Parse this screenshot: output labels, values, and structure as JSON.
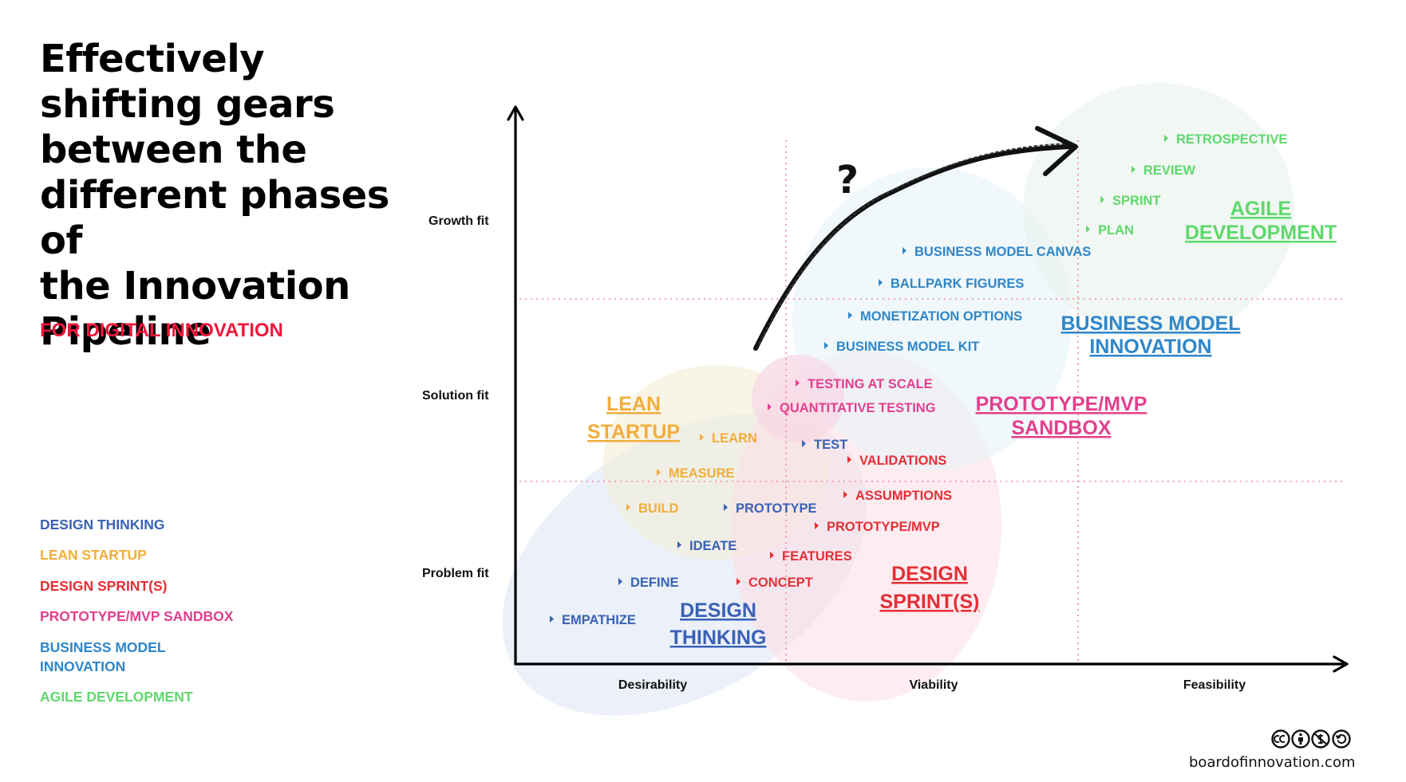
{
  "title": "Effectively shifting gears between the different phases of the Innovation Pipeline",
  "subtitle": "FOR DIGITAL INNOVATION",
  "legend": [
    {
      "label": "DESIGN THINKING",
      "color": "#3a62b5"
    },
    {
      "label": "LEAN STARTUP",
      "color": "#f2ad3c"
    },
    {
      "label": "DESIGN SPRINT(S)",
      "color": "#e52f36"
    },
    {
      "label": "PROTOTYPE/MVP SANDBOX",
      "color": "#e33f8e"
    },
    {
      "label": "BUSINESS MODEL\nINNOVATION",
      "color": "#2f86c9"
    },
    {
      "label": "AGILE DEVELOPMENT",
      "color": "#5fd86c"
    }
  ],
  "y_levels": [
    "Problem fit",
    "Solution fit",
    "Growth fit"
  ],
  "x_levels": [
    "Desirability",
    "Viability",
    "Feasibility"
  ],
  "question_mark": "?",
  "groups": [
    {
      "key": "design_thinking",
      "label": "DESIGN\nTHINKING",
      "color": "#3a62b5",
      "fill": "#dfe6f6",
      "items": [
        "EMPATHIZE",
        "DEFINE",
        "IDEATE",
        "PROTOTYPE",
        "TEST"
      ]
    },
    {
      "key": "lean_startup",
      "label": "LEAN\nSTARTUP",
      "color": "#f2ad3c",
      "fill": "#f3efd9",
      "items": [
        "BUILD",
        "MEASURE",
        "LEARN"
      ]
    },
    {
      "key": "design_sprints",
      "label": "DESIGN\nSPRINT(S)",
      "color": "#e52f36",
      "fill": "#fbe1e6",
      "items": [
        "CONCEPT",
        "FEATURES",
        "PROTOTYPE/MVP",
        "ASSUMPTIONS",
        "VALIDATIONS"
      ]
    },
    {
      "key": "prototype_mvp",
      "label": "PROTOTYPE/MVP\nSANDBOX",
      "color": "#e33f8e",
      "fill": "#f7d8e6",
      "items": [
        "QUANTITATIVE TESTING",
        "TESTING AT SCALE"
      ]
    },
    {
      "key": "business_model",
      "label": "BUSINESS MODEL\nINNOVATION",
      "color": "#2f86c9",
      "fill": "#e6f3f9",
      "items": [
        "BUSINESS MODEL KIT",
        "MONETIZATION OPTIONS",
        "BALLPARK FIGURES",
        "BUSINESS MODEL CANVAS"
      ]
    },
    {
      "key": "agile",
      "label": "AGILE\nDEVELOPMENT",
      "color": "#5fd86c",
      "fill": "#e9f2ec",
      "items": [
        "PLAN",
        "SPRINT",
        "REVIEW",
        "RETROSPECTIVE"
      ]
    }
  ],
  "credit": "boardofinnovation.com",
  "license_icons": [
    "cc-icon",
    "by-icon",
    "nc-icon",
    "sa-icon"
  ]
}
